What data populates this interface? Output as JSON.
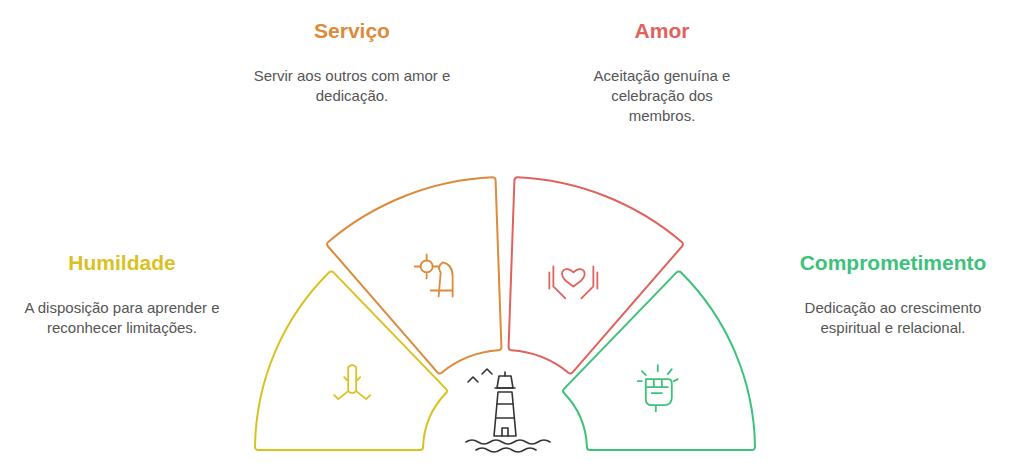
{
  "diagram": {
    "nodes": [
      {
        "text": [
          "Humildade",
          "A disposição para aprender e reconhecer limitações."
        ]
      },
      {
        "text": [
          "Serviço",
          "Servir aos outros com amor e dedicação."
        ]
      },
      {
        "text": [
          "Amor",
          "Aceitação genuína e celebração dos membros."
        ]
      },
      {
        "text": [
          "Comprometimento",
          "Dedicação ao crescimento espiritual e relacional."
        ]
      }
    ]
  }
}
